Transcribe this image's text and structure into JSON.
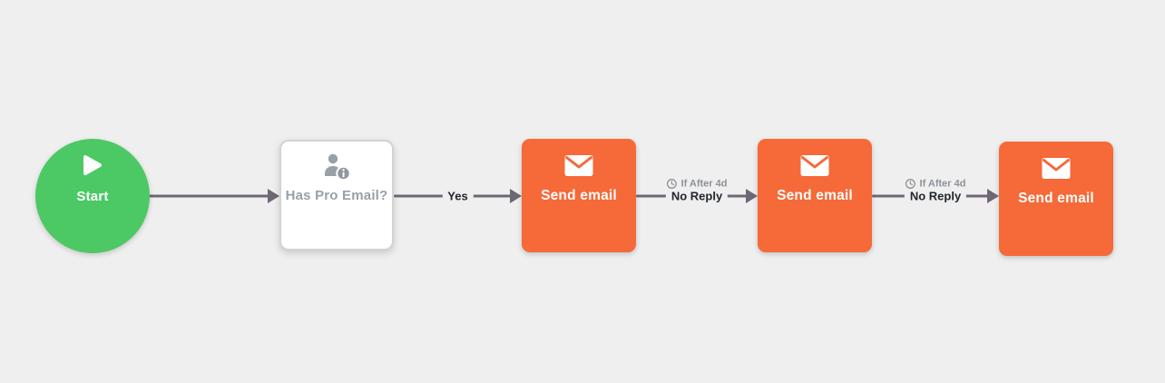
{
  "canvas": {
    "description": "Email automation journey flow",
    "background_color": "#efefef"
  },
  "colors": {
    "start_green": "#4cc964",
    "email_orange": "#f66939",
    "connector_line": "#6e6876",
    "decision_text_gray": "#98a0a8",
    "condition_text_gray": "#8c9298",
    "label_text_dark": "#22262b"
  },
  "nodes": {
    "start": {
      "label": "Start",
      "icon": "play-icon"
    },
    "decision": {
      "label": "Has Pro Email?",
      "icon": "person-info-icon"
    },
    "emails": [
      {
        "label": "Send email",
        "icon": "envelope-icon"
      },
      {
        "label": "Send email",
        "icon": "envelope-icon"
      },
      {
        "label": "Send email",
        "icon": "envelope-icon"
      }
    ]
  },
  "connectors": [
    {
      "from": "start",
      "to": "decision",
      "label": ""
    },
    {
      "from": "decision",
      "to": "email-1",
      "label": "Yes"
    },
    {
      "from": "email-1",
      "to": "email-2",
      "condition": "If After 4d",
      "label": "No Reply",
      "icon": "clock-icon"
    },
    {
      "from": "email-2",
      "to": "email-3",
      "condition": "If After 4d",
      "label": "No Reply",
      "icon": "clock-icon"
    }
  ]
}
